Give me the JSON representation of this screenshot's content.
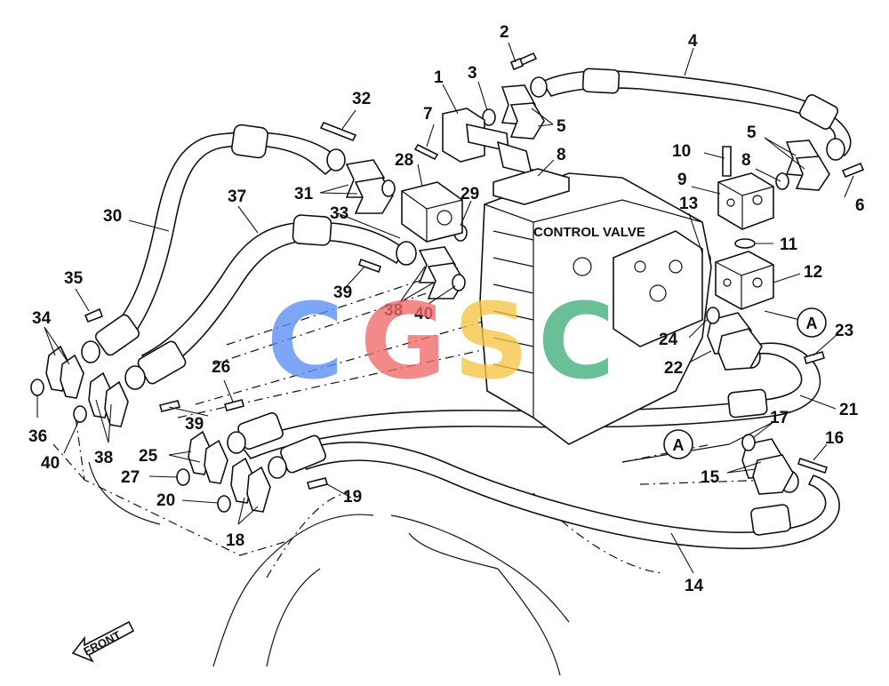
{
  "diagram": {
    "control_valve_label": "CONTROL VALVE",
    "front_label": "FRONT",
    "callout_letter": "A",
    "watermark": {
      "letters": [
        "C",
        "G",
        "S",
        "C"
      ],
      "colors": [
        "#5b8ef5",
        "#f06a6a",
        "#f5c542",
        "#3fae7a"
      ]
    },
    "callouts": [
      "1",
      "2",
      "3",
      "4",
      "5",
      "5",
      "6",
      "7",
      "8",
      "8",
      "9",
      "10",
      "11",
      "12",
      "13",
      "14",
      "15",
      "16",
      "17",
      "18",
      "19",
      "20",
      "21",
      "22",
      "23",
      "24",
      "25",
      "26",
      "27",
      "28",
      "29",
      "30",
      "31",
      "32",
      "33",
      "34",
      "35",
      "36",
      "37",
      "38",
      "38",
      "39",
      "39",
      "40",
      "40"
    ]
  }
}
